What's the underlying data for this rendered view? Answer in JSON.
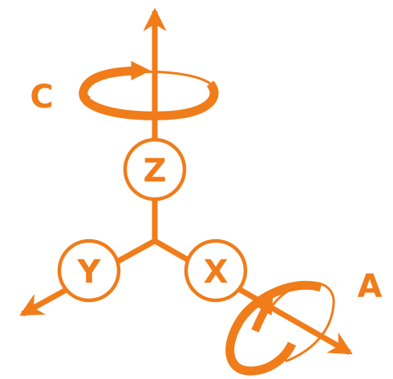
{
  "colors": {
    "accent": "#F07C1A",
    "background": "#FFFFFF"
  },
  "axes": {
    "x": {
      "label": "X"
    },
    "y": {
      "label": "Y"
    },
    "z": {
      "label": "Z"
    }
  },
  "rotations": {
    "a": {
      "label": "A",
      "about_axis": "X"
    },
    "c": {
      "label": "C",
      "about_axis": "Z"
    }
  },
  "icons": {
    "arrowhead": "arrowhead-icon",
    "rotation": "rotation-arrow-icon"
  }
}
